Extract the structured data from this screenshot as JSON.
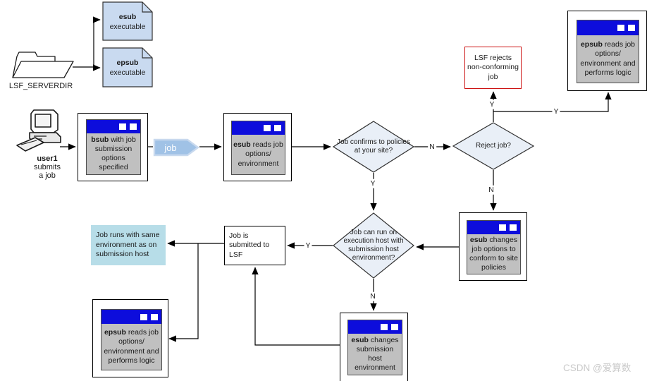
{
  "diagram": {
    "folder": {
      "label": "LSF_SERVERDIR"
    },
    "docs": {
      "esub": {
        "keyword": "esub",
        "type_label": "executable"
      },
      "epsub": {
        "keyword": "epsub",
        "type_label": "executable"
      }
    },
    "user": {
      "name": "user1",
      "line2": "submits",
      "line3": "a job"
    },
    "chevron_label": "job",
    "windows": {
      "bsub": {
        "keyword": "bsub",
        "text": "with job submission options specified"
      },
      "esub_reads": {
        "keyword": "esub",
        "text": "reads job options/ environment"
      },
      "epsub_top": {
        "keyword": "epsub",
        "text": "reads job options/ environment and performs logic"
      },
      "esub_changes_options": {
        "keyword": "esub",
        "text": "changes job options to conform to site policies"
      },
      "esub_changes_env": {
        "keyword": "esub",
        "text": "changes submission host environment"
      },
      "epsub_bottom": {
        "keyword": "epsub",
        "text": "reads job options/ environment and performs logic"
      }
    },
    "decisions": {
      "policies": "Job confirms to policies at your site?",
      "reject": "Reject job?",
      "env": "Job can run on execution host with submission host environment?"
    },
    "boxes": {
      "reject_notice": "LSF rejects non-conforming job",
      "submitted": "Job is submitted to LSF",
      "same_env": "Job runs with same environment as on submission host"
    },
    "labels": {
      "yes": "Y",
      "no": "N"
    }
  },
  "watermark": "CSDN @爱算数",
  "colors": {
    "titlebar_blue": "#0d0ddc",
    "window_body": "#c0c0c0",
    "doc_fill": "#c9daf0",
    "diamond_fill": "#e9eff7",
    "info_fill": "#b7dde8",
    "chevron_fill": "#a0c2e6",
    "reject_border": "#cc1111"
  }
}
